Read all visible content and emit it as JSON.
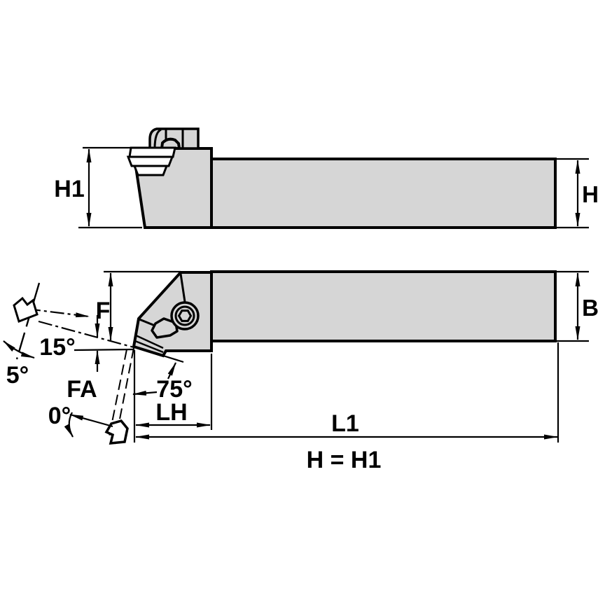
{
  "drawing": {
    "kind": "toolholder-dimension-drawing",
    "labels": {
      "h1": "H1",
      "h": "H",
      "f": "F",
      "b": "B",
      "deg15": "15°",
      "deg5": "5°",
      "fa": "FA",
      "deg0": "0°",
      "deg75": "75°",
      "lh": "LH",
      "l1": "L1",
      "note": "H = H1"
    },
    "colors": {
      "body_fill": "#d6d6d6",
      "outline": "#000000",
      "background": "#ffffff"
    }
  }
}
